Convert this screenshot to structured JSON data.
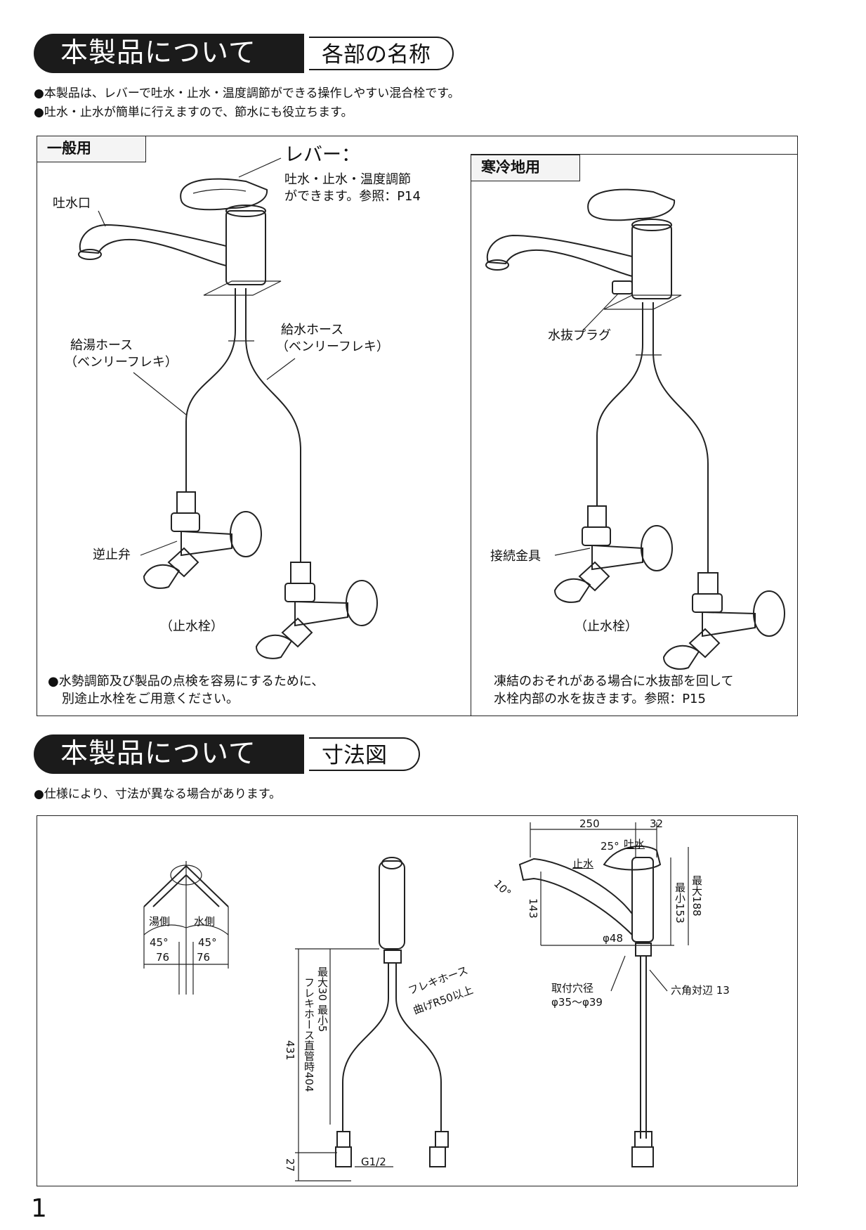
{
  "section1": {
    "title": "本製品について",
    "subtitle": "各部の名称"
  },
  "intro": [
    "●本製品は、レバーで吐水・止水・温度調節ができる操作しやすい混合栓です。",
    "●吐水・止水が簡単に行えますので、節水にも役立ちます。"
  ],
  "general": {
    "tag": "一般用",
    "lever_title": "レバー：",
    "lever_desc1": "吐水・止水・温度調節",
    "lever_desc2": "ができます。参照：P14",
    "spout": "吐水口",
    "hot_hose1": "給湯ホース",
    "hot_hose2": "（ベンリーフレキ）",
    "cold_hose1": "給水ホース",
    "cold_hose2": "（ベンリーフレキ）",
    "check_valve": "逆止弁",
    "stop_valve": "（止水栓）",
    "note1": "●水勢調節及び製品の点検を容易にするために、",
    "note2": "別途止水栓をご用意ください。"
  },
  "cold": {
    "tag": "寒冷地用",
    "drain_plug": "水抜プラグ",
    "connector": "接続金具",
    "stop_valve": "（止水栓）",
    "note1": "凍結のおそれがある場合に水抜部を回して",
    "note2": "水栓内部の水を抜きます。参照：P15"
  },
  "section2": {
    "title": "本製品について",
    "subtitle": "寸法図"
  },
  "spec_note": "●仕様により、寸法が異なる場合があります。",
  "dims": {
    "hot_side": "湯側",
    "cold_side": "水側",
    "angle_left": "45°",
    "angle_right": "45°",
    "w_left": "76",
    "w_right": "76",
    "d431": "431",
    "hose_len": "フレキホース直管時404",
    "hose_range": "最大30 最小5",
    "d27": "27",
    "g12": "G1/2",
    "flex_hose": "フレキホース",
    "bend": "曲げR50以上",
    "d250": "250",
    "d32": "32",
    "a25": "25°",
    "spout_on": "吐水",
    "spout_off": "止水",
    "a10": "10°",
    "d143": "143",
    "min153": "最小153",
    "max188": "最大188",
    "phi48": "φ48",
    "hole_title": "取付穴径",
    "hole_range": "φ35〜φ39",
    "hex": "六角対辺 13"
  },
  "page_number": "1"
}
